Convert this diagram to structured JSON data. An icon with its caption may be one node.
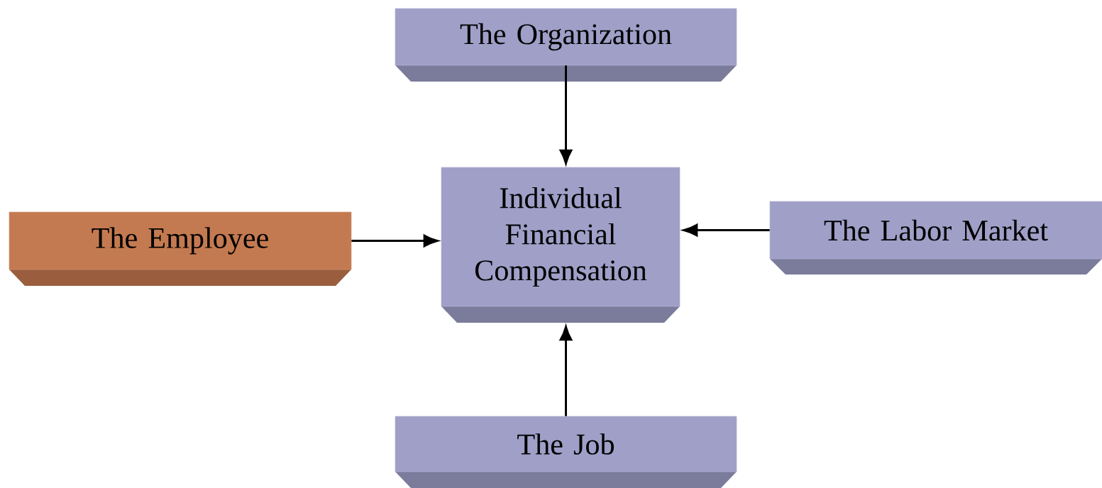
{
  "diagram": {
    "nodes": [
      {
        "text": [
          "The Organization"
        ]
      },
      {
        "text": [
          "The Employee"
        ]
      },
      {
        "text": [
          "Individual Financial Compensation"
        ]
      },
      {
        "text": [
          "The Labor Market"
        ]
      },
      {
        "text": [
          "The Job"
        ]
      }
    ],
    "edges": [
      {
        "from": 0,
        "to": 2,
        "arrow": "to"
      },
      {
        "from": 1,
        "to": 2,
        "arrow": "to"
      },
      {
        "from": 3,
        "to": 2,
        "arrow": "to"
      },
      {
        "from": 4,
        "to": 2,
        "arrow": "to"
      }
    ]
  }
}
